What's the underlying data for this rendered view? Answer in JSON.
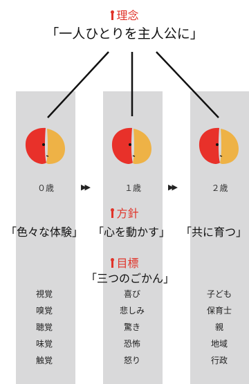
{
  "philosophy": {
    "heading": "理念",
    "slogan": "「一人ひとりを主人公に」"
  },
  "stages": [
    {
      "age": "０歳"
    },
    {
      "age": "１歳"
    },
    {
      "age": "２歳"
    }
  ],
  "policy": {
    "heading": "方針",
    "items": [
      "「色々な体験」",
      "「心を動かす」",
      "「共に育つ」"
    ]
  },
  "goals": {
    "heading": "目標",
    "subtitle": "「三つのごかん」",
    "lists": [
      [
        "視覚",
        "嗅覚",
        "聴覚",
        "味覚",
        "触覚"
      ],
      [
        "喜び",
        "悲しみ",
        "驚き",
        "恐怖",
        "怒り"
      ],
      [
        "子ども",
        "保育士",
        "親",
        "地域",
        "行政"
      ]
    ]
  },
  "colors": {
    "column_bg": "#d9d9da",
    "accent_red": "#e0342a",
    "brain_red": "#e8312a",
    "brain_orange": "#eeb246"
  }
}
